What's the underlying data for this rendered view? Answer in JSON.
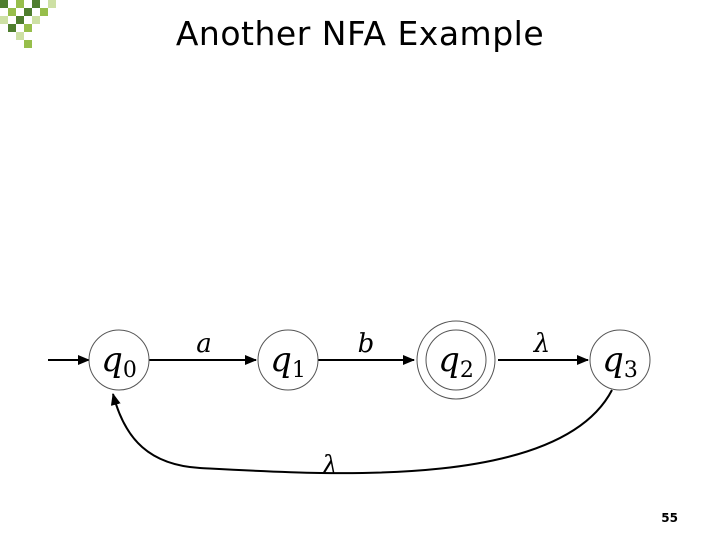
{
  "slide": {
    "title": "Another NFA Example",
    "number": "55",
    "accent_colors": [
      "#4f7e2e",
      "#97be4b",
      "#cde0a4"
    ]
  },
  "nfa": {
    "states": [
      {
        "id": "q0",
        "base": "q",
        "sub": "0",
        "accepting": false,
        "initial": true
      },
      {
        "id": "q1",
        "base": "q",
        "sub": "1",
        "accepting": false,
        "initial": false
      },
      {
        "id": "q2",
        "base": "q",
        "sub": "2",
        "accepting": true,
        "initial": false
      },
      {
        "id": "q3",
        "base": "q",
        "sub": "3",
        "accepting": false,
        "initial": false
      }
    ],
    "transitions": [
      {
        "from": "q0",
        "to": "q1",
        "symbol": "a"
      },
      {
        "from": "q1",
        "to": "q2",
        "symbol": "b"
      },
      {
        "from": "q2",
        "to": "q3",
        "symbol": "λ"
      },
      {
        "from": "q3",
        "to": "q0",
        "symbol": "λ"
      }
    ]
  }
}
